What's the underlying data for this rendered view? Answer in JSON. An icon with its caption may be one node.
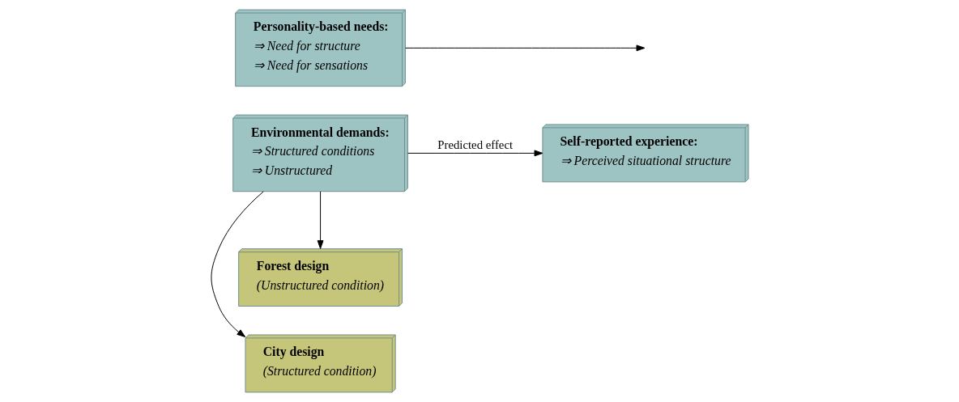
{
  "diagram": {
    "nodes": [
      {
        "text": [
          "City design",
          "(Structured condition)"
        ]
      },
      {
        "text": [
          "Personality-based needs:",
          "⇒ Need for structure",
          "⇒ Need for sensations"
        ]
      },
      {
        "text": [
          "Environmental demands:",
          "⇒ Structured conditions",
          "⇒ Unstructured"
        ]
      },
      {
        "text": [
          "Self-reported experience:",
          "⇒ Perceived situational structure"
        ]
      },
      {
        "text": [
          "Forest design",
          "(Unstructured condition)"
        ]
      }
    ],
    "edges": [
      {
        "from": 2,
        "to": 0,
        "arrow": "to"
      },
      {
        "from": 2,
        "to": 4,
        "arrow": "to"
      },
      {
        "from": 1,
        "to": null,
        "arrow": "to"
      },
      {
        "from": 2,
        "to": 3,
        "arrow": "to",
        "label": "Predicted effect"
      }
    ]
  }
}
